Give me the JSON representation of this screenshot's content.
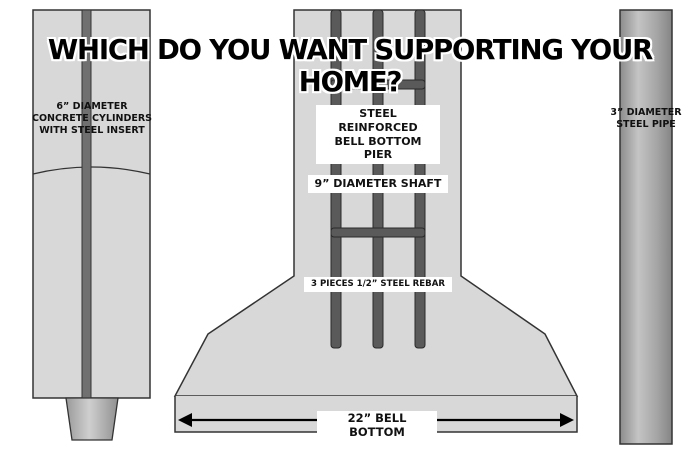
{
  "headline": "WHICH DO YOU WANT SUPPORTING YOUR HOME?",
  "left_pier": {
    "label_lines": [
      "6” DIAMETER",
      "CONCRETE CYLINDERS",
      "WITH STEEL INSERT"
    ]
  },
  "center_pier": {
    "title_lines": [
      "STEEL REINFORCED",
      "BELL BOTTOM PIER"
    ],
    "shaft_label": "9” DIAMETER SHAFT",
    "rebar_label": "3 PIECES 1/2” STEEL REBAR",
    "bottom_label": "22” BELL BOTTOM"
  },
  "right_pier": {
    "label_lines": [
      "3” DIAMETER",
      "STEEL PIPE"
    ]
  },
  "colors": {
    "concrete": "#d8d8d8",
    "outline": "#333333",
    "rebar": "#555555",
    "pipe": "#aaaaaa"
  }
}
